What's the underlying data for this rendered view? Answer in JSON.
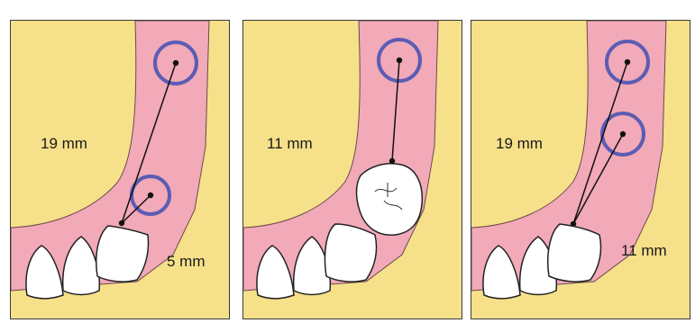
{
  "panels": [
    {
      "upper_label": "19 mm",
      "lower_label": "5 mm"
    },
    {
      "upper_label": "11 mm",
      "lower_label": ""
    },
    {
      "upper_label": "19 mm",
      "lower_label": "11 mm"
    }
  ],
  "colors": {
    "background": "#f6e08a",
    "gingiva": "#f2a9b8",
    "circle": "#5b5cb4",
    "tooth": "#ffffff",
    "outline": "#222222"
  }
}
